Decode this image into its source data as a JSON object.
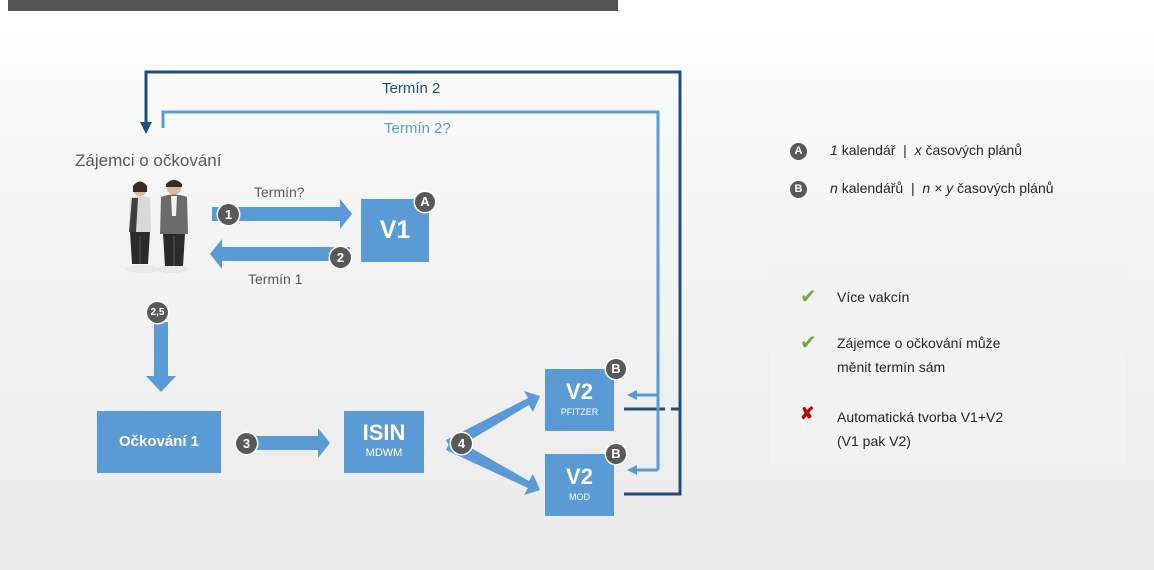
{
  "top_bar_color": "#555555",
  "accent_color": "#5b9bd5",
  "dark_line_color": "#1f4e79",
  "flow": {
    "interested_label": "Zájemci o očkování",
    "termin_question": "Termín?",
    "termin_1": "Termín 1",
    "termin_2": "Termín 2",
    "termin_2_question": "Termín 2?",
    "v1": "V1",
    "ockovani_1": "Očkování 1",
    "isin": "ISIN",
    "mdwm": "MDWM",
    "v2_top": "V2",
    "pfitzer": "PFITZER",
    "v2_bottom": "V2",
    "mod": "MOD"
  },
  "steps": {
    "s1": "1",
    "s2": "2",
    "s25": "2,5",
    "s3": "3",
    "s4": "4"
  },
  "markers": {
    "a": "A",
    "b_top": "B",
    "b_bottom": "B"
  },
  "legend": {
    "a_badge": "A",
    "a_n": "1",
    "a_cal": "kalendář",
    "a_sep": "|",
    "a_x": "x",
    "a_plans": "časových plánů",
    "b_badge": "B",
    "b_n": "n",
    "b_cal": "kalendářů",
    "b_sep": "|",
    "b_nxy": "n × y",
    "b_plans": "časových plánů"
  },
  "checklist": [
    {
      "status": "yes",
      "mark": "✔",
      "text": "Více vakcín"
    },
    {
      "status": "yes",
      "mark": "✔",
      "line1": "Zájemce o očkování může",
      "line2": "měnit termín sám"
    },
    {
      "status": "no",
      "mark": "✘",
      "line1": "Automatická tvorba V1+V2",
      "line2": "(V1 pak V2)"
    }
  ]
}
